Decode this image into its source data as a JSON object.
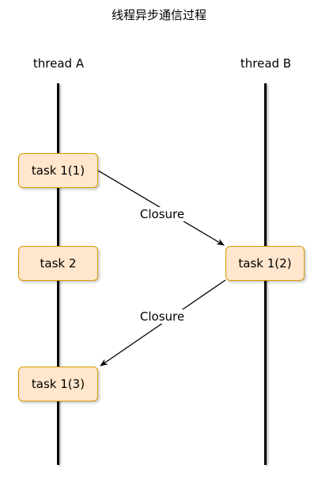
{
  "title": "线程异步通信过程",
  "threads": {
    "a": {
      "label": "thread A"
    },
    "b": {
      "label": "thread B"
    }
  },
  "tasks": {
    "task_1_1": "task 1(1)",
    "task_2": "task 2",
    "task_1_2": "task 1(2)",
    "task_1_3": "task 1(3)"
  },
  "edges": [
    {
      "from": "task 1(1)",
      "to": "task 1(2)",
      "label": "Closure"
    },
    {
      "from": "task 1(2)",
      "to": "task 1(3)",
      "label": "Closure"
    }
  ],
  "colors": {
    "task_fill": "#ffe6cc",
    "task_border": "#d79b00",
    "line": "#000000"
  }
}
